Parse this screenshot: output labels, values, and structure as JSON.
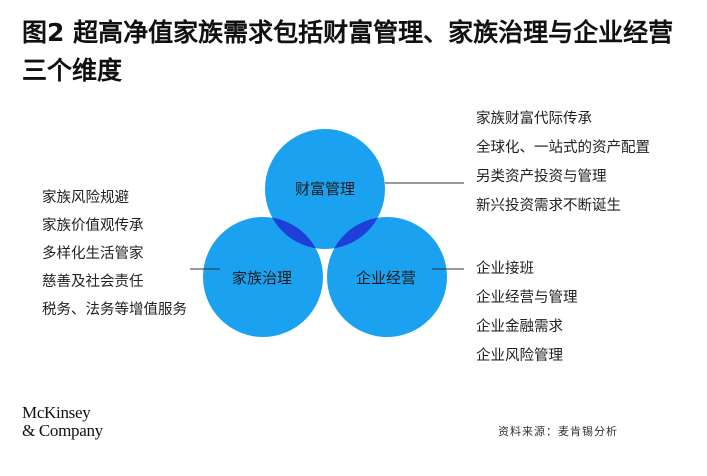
{
  "title": "图2 超高净值家族需求包括财富管理、家族治理与企业经营三个维度",
  "diagram": {
    "circles": {
      "wealth": "财富管理",
      "family": "家族治理",
      "business": "企业经营"
    },
    "colors": {
      "circle": "#1aa2f0",
      "overlap": "#1e3fd8",
      "center": "#0a1640",
      "line": "#333333"
    }
  },
  "lists": {
    "family": [
      "家族风险规避",
      "家族价值观传承",
      "多样化生活管家",
      "慈善及社会责任",
      "税务、法务等增值服务"
    ],
    "wealth": [
      "家族财富代际传承",
      "全球化、一站式的资产配置",
      "另类资产投资与管理",
      "新兴投资需求不断诞生"
    ],
    "business": [
      "企业接班",
      "企业经营与管理",
      "企业金融需求",
      "企业风险管理"
    ]
  },
  "logo": {
    "line1": "McKinsey",
    "line2": "& Company"
  },
  "source": "资料来源：麦肯锡分析"
}
